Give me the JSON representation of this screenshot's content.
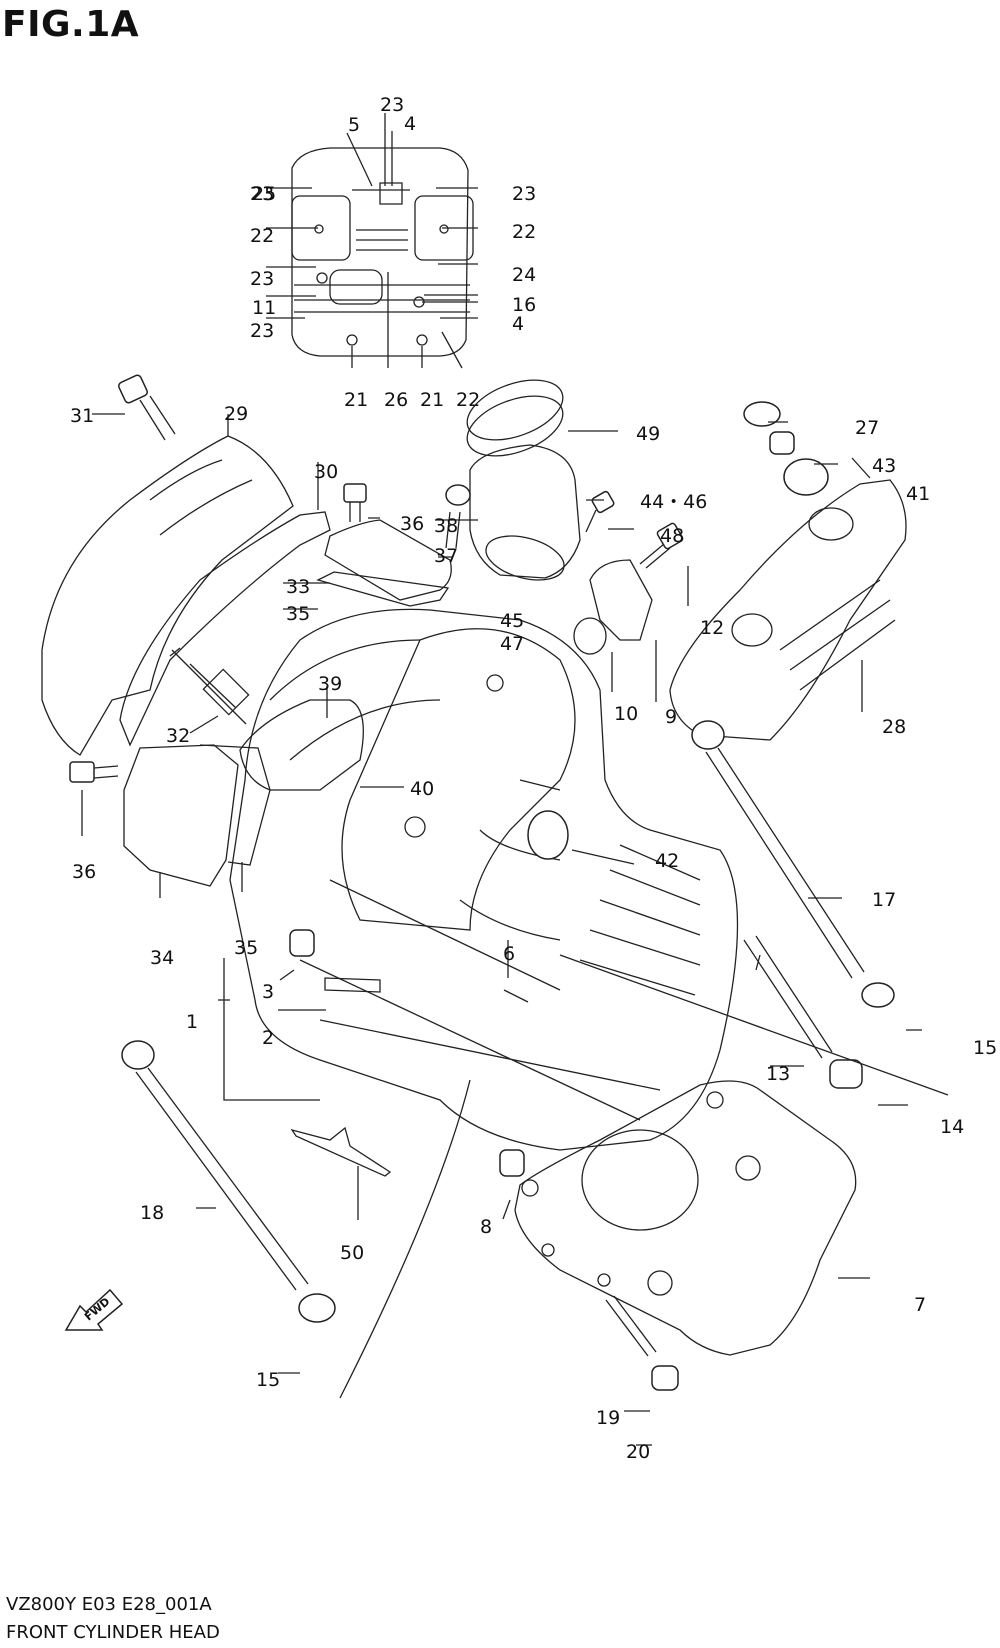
{
  "figure": {
    "title": "FIG.1A"
  },
  "footer": {
    "model_code": "VZ800Y E03 E28_001A",
    "name": "FRONT CYLINDER HEAD"
  },
  "fwd_mark": "FWD",
  "callouts": [
    {
      "id": "c1",
      "text": "1"
    },
    {
      "id": "c2",
      "text": "2"
    },
    {
      "id": "c3",
      "text": "3"
    },
    {
      "id": "c4a",
      "text": "4"
    },
    {
      "id": "c4b",
      "text": "4"
    },
    {
      "id": "c5",
      "text": "5"
    },
    {
      "id": "c6",
      "text": "6"
    },
    {
      "id": "c7",
      "text": "7"
    },
    {
      "id": "c8",
      "text": "8"
    },
    {
      "id": "c9",
      "text": "9"
    },
    {
      "id": "c10",
      "text": "10"
    },
    {
      "id": "c11",
      "text": "11"
    },
    {
      "id": "c12",
      "text": "12"
    },
    {
      "id": "c13",
      "text": "13"
    },
    {
      "id": "c14",
      "text": "14"
    },
    {
      "id": "c15a",
      "text": "15"
    },
    {
      "id": "c15b",
      "text": "15"
    },
    {
      "id": "c16",
      "text": "16"
    },
    {
      "id": "c17",
      "text": "17"
    },
    {
      "id": "c18",
      "text": "18"
    },
    {
      "id": "c19",
      "text": "19"
    },
    {
      "id": "c20",
      "text": "20"
    },
    {
      "id": "c21a",
      "text": "21"
    },
    {
      "id": "c21b",
      "text": "21"
    },
    {
      "id": "c22a",
      "text": "22"
    },
    {
      "id": "c22b",
      "text": "22"
    },
    {
      "id": "c22c",
      "text": "22"
    },
    {
      "id": "c23a",
      "text": "23"
    },
    {
      "id": "c23b",
      "text": "23"
    },
    {
      "id": "c23c",
      "text": "23"
    },
    {
      "id": "c23d",
      "text": "23"
    },
    {
      "id": "c23e",
      "text": "23"
    },
    {
      "id": "c24",
      "text": "24"
    },
    {
      "id": "c25",
      "text": "25"
    },
    {
      "id": "c26",
      "text": "26"
    },
    {
      "id": "c27",
      "text": "27"
    },
    {
      "id": "c28",
      "text": "28"
    },
    {
      "id": "c29",
      "text": "29"
    },
    {
      "id": "c30",
      "text": "30"
    },
    {
      "id": "c31",
      "text": "31"
    },
    {
      "id": "c32",
      "text": "32"
    },
    {
      "id": "c33",
      "text": "33"
    },
    {
      "id": "c34",
      "text": "34"
    },
    {
      "id": "c35a",
      "text": "35"
    },
    {
      "id": "c35b",
      "text": "35"
    },
    {
      "id": "c36a",
      "text": "36"
    },
    {
      "id": "c36b",
      "text": "36"
    },
    {
      "id": "c37",
      "text": "37"
    },
    {
      "id": "c38",
      "text": "38"
    },
    {
      "id": "c39",
      "text": "39"
    },
    {
      "id": "c40",
      "text": "40"
    },
    {
      "id": "c41",
      "text": "41"
    },
    {
      "id": "c42",
      "text": "42"
    },
    {
      "id": "c43",
      "text": "43"
    },
    {
      "id": "c44",
      "text": "44・46"
    },
    {
      "id": "c45",
      "text": "45"
    },
    {
      "id": "c47",
      "text": "47"
    },
    {
      "id": "c48",
      "text": "48"
    },
    {
      "id": "c49",
      "text": "49"
    },
    {
      "id": "c50",
      "text": "50"
    }
  ]
}
